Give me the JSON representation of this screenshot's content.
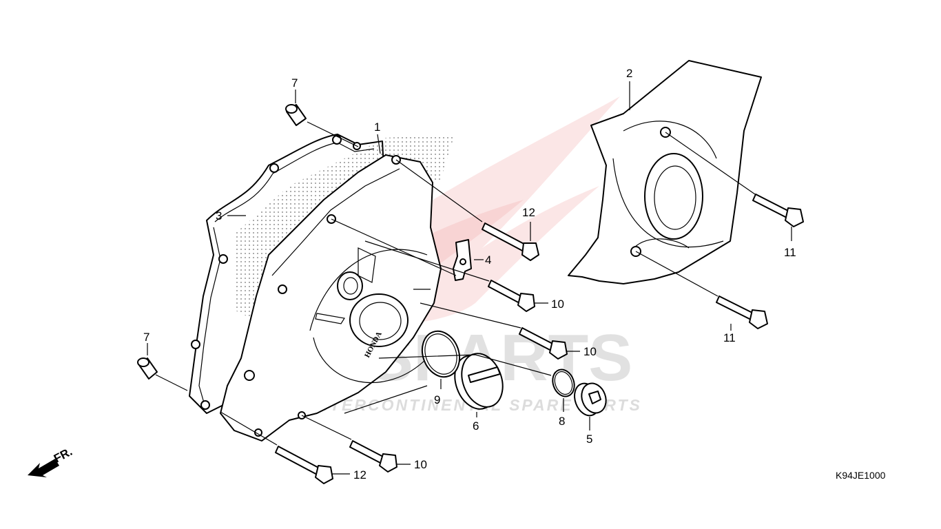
{
  "diagram": {
    "code": "K94JE1000",
    "direction_label": "FR.",
    "emblem_text": "HONDA",
    "watermark": {
      "main": "ICSPARTS",
      "sub": "INTERCONTINENTAL SPARE PARTS",
      "accent_color": "#e03a3a",
      "text_color": "#d8d8d8"
    },
    "callouts": [
      {
        "id": "c1",
        "label": "1"
      },
      {
        "id": "c2",
        "label": "2"
      },
      {
        "id": "c3",
        "label": "3"
      },
      {
        "id": "c4",
        "label": "4"
      },
      {
        "id": "c5",
        "label": "5"
      },
      {
        "id": "c6",
        "label": "6"
      },
      {
        "id": "c7a",
        "label": "7"
      },
      {
        "id": "c7b",
        "label": "7"
      },
      {
        "id": "c8",
        "label": "8"
      },
      {
        "id": "c9",
        "label": "9"
      },
      {
        "id": "c10a",
        "label": "10"
      },
      {
        "id": "c10b",
        "label": "10"
      },
      {
        "id": "c10c",
        "label": "10"
      },
      {
        "id": "c11a",
        "label": "11"
      },
      {
        "id": "c11b",
        "label": "11"
      },
      {
        "id": "c12a",
        "label": "12"
      },
      {
        "id": "c12b",
        "label": "12"
      }
    ]
  }
}
